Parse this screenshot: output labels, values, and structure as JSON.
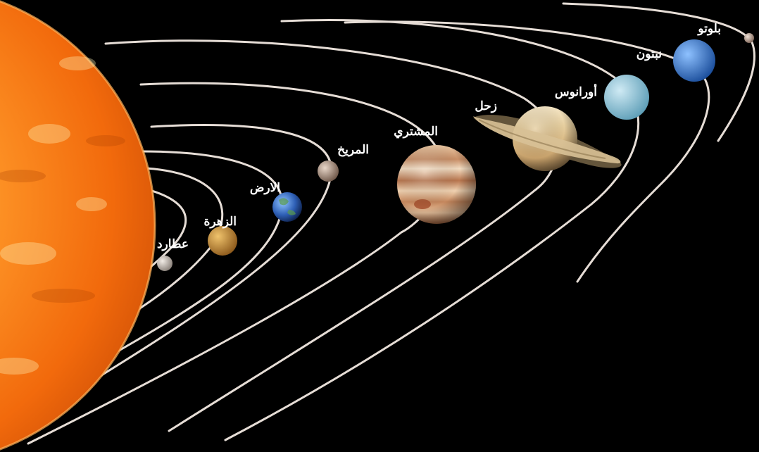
{
  "scene": {
    "background_color": "#000000",
    "orbit_color": "#e6ddd6",
    "sun_color": "#ff7a1c"
  },
  "planets": [
    {
      "key": "mercury",
      "label": "عطارد",
      "color": "#c8c0b8"
    },
    {
      "key": "venus",
      "label": "الزهرة",
      "color": "#c9913f"
    },
    {
      "key": "earth",
      "label": "الارض",
      "color": "#3a6fc9"
    },
    {
      "key": "mars",
      "label": "المريخ",
      "color": "#b59a87"
    },
    {
      "key": "jupiter",
      "label": "المشتري",
      "color": "#d9a580"
    },
    {
      "key": "saturn",
      "label": "زحل",
      "color": "#e6d2a6"
    },
    {
      "key": "uranus",
      "label": "أورانوس",
      "color": "#8ec9df"
    },
    {
      "key": "neptune",
      "label": "نبتون",
      "color": "#3f86d6"
    },
    {
      "key": "pluto",
      "label": "بلوتو",
      "color": "#b89b8c"
    }
  ]
}
